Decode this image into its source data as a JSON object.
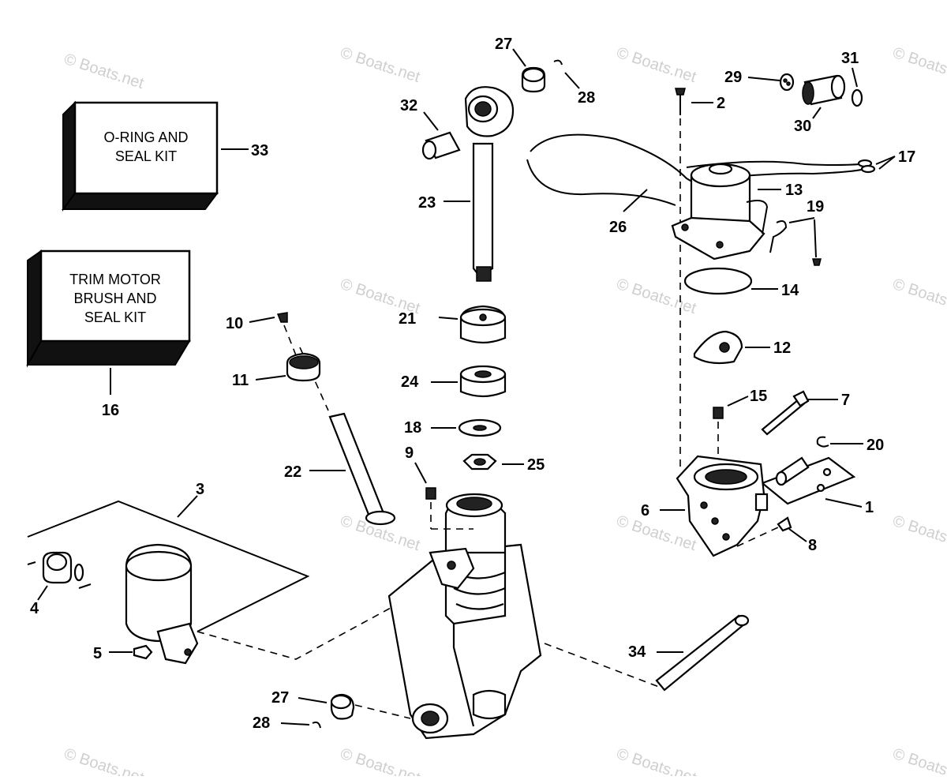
{
  "diagram": {
    "watermark": "© Boats.net",
    "kits": {
      "seal_kit": {
        "lines": [
          "O-RING AND",
          "SEAL KIT"
        ],
        "number": "33"
      },
      "brush_kit": {
        "lines": [
          "TRIM MOTOR",
          "BRUSH AND",
          "SEAL KIT"
        ],
        "number": "16"
      }
    },
    "callouts": {
      "c1": "1",
      "c2": "2",
      "c3": "3",
      "c4": "4",
      "c5": "5",
      "c6": "6",
      "c7": "7",
      "c8": "8",
      "c9": "9",
      "c10": "10",
      "c11": "11",
      "c12": "12",
      "c13": "13",
      "c14": "14",
      "c15": "15",
      "c17": "17",
      "c18": "18",
      "c19": "19",
      "c20": "20",
      "c21": "21",
      "c22": "22",
      "c23": "23",
      "c24": "24",
      "c25": "25",
      "c26": "26",
      "c27a": "27",
      "c27b": "27",
      "c28a": "28",
      "c28b": "28",
      "c29": "29",
      "c30": "30",
      "c31": "31",
      "c32": "32",
      "c34": "34"
    }
  }
}
